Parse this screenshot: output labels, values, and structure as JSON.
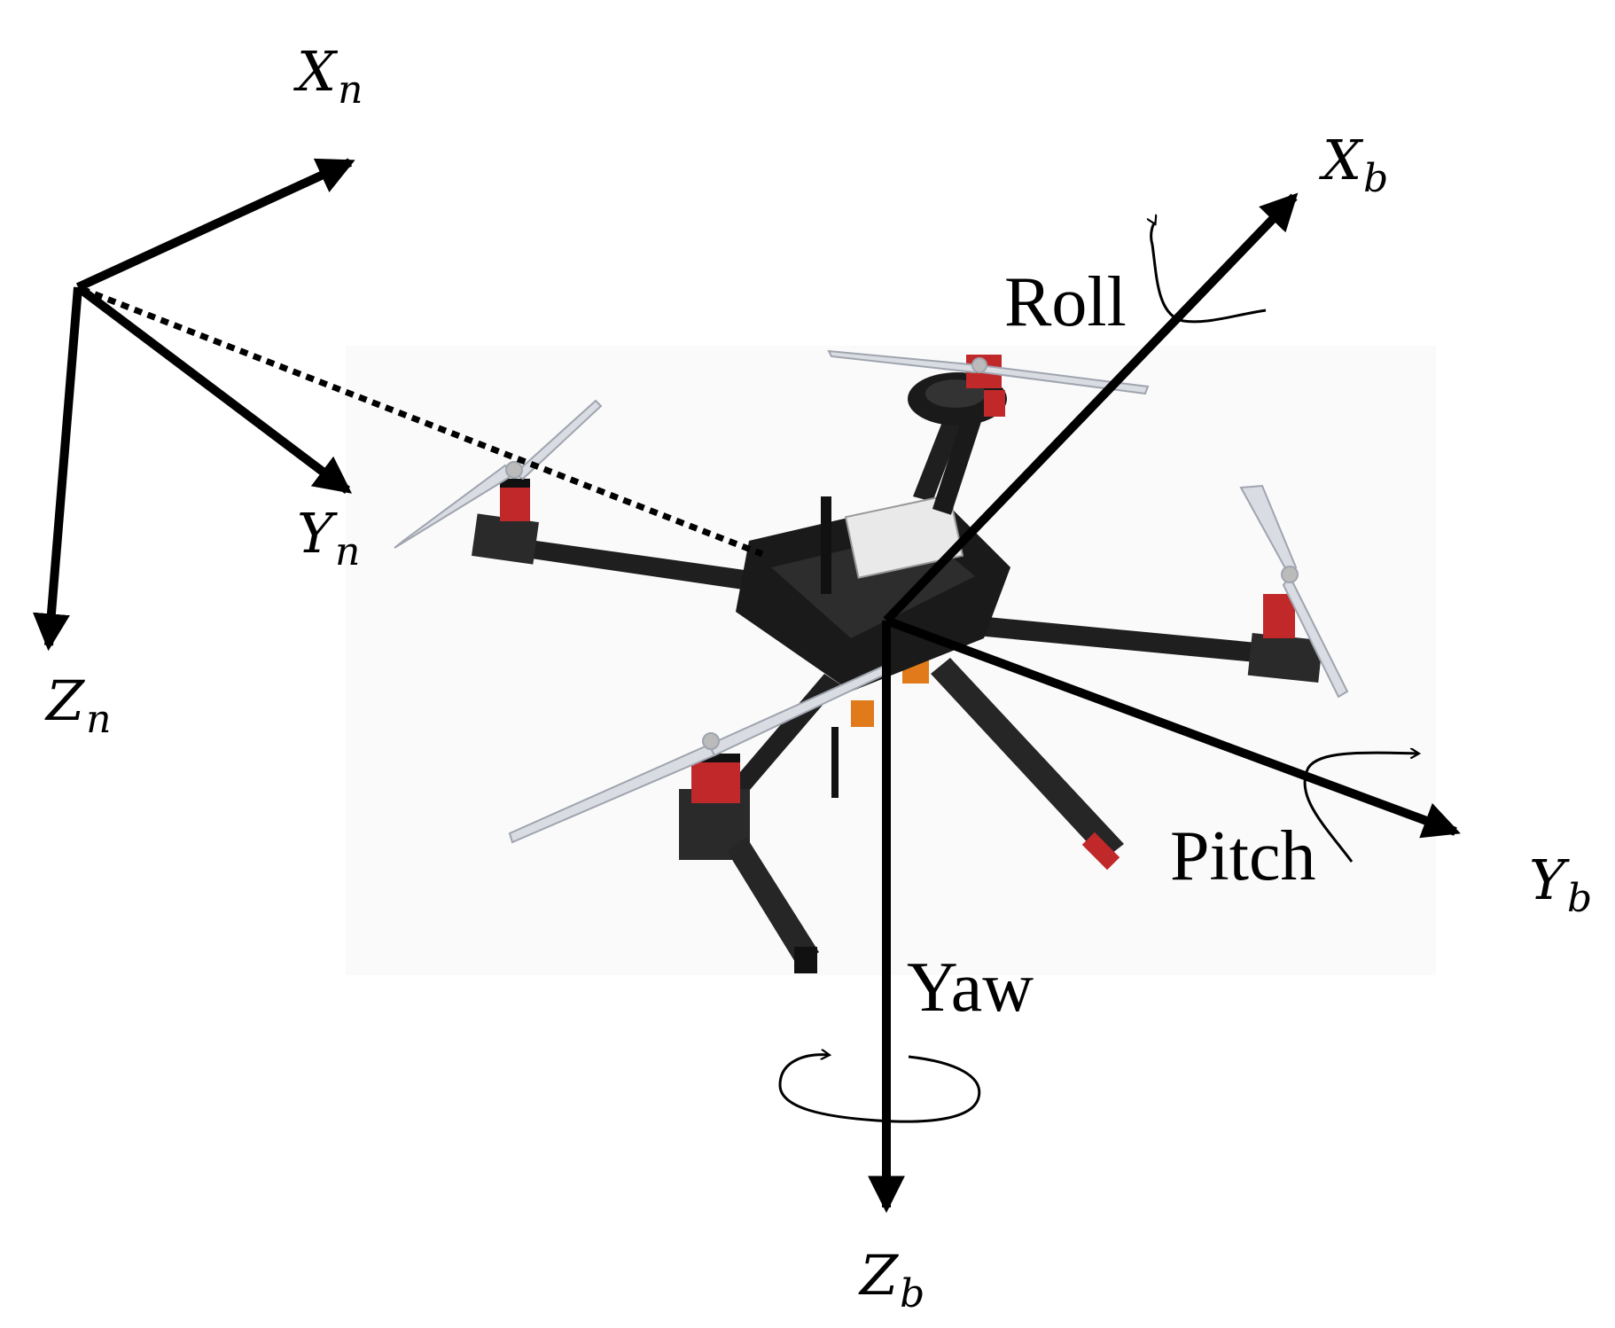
{
  "figure": {
    "navigation_frame": {
      "x_axis": {
        "symbol": "X",
        "subscript": "n"
      },
      "y_axis": {
        "symbol": "Y",
        "subscript": "n"
      },
      "z_axis": {
        "symbol": "Z",
        "subscript": "n"
      }
    },
    "body_frame": {
      "x_axis": {
        "symbol": "X",
        "subscript": "b"
      },
      "y_axis": {
        "symbol": "Y",
        "subscript": "b"
      },
      "z_axis": {
        "symbol": "Z",
        "subscript": "b"
      }
    },
    "rotations": {
      "roll": "Roll",
      "pitch": "Pitch",
      "yaw": "Yaw"
    },
    "colors": {
      "axes": "#000000",
      "frame_carbon": "#1f1f1f",
      "propeller": "#d9dce3",
      "motor_accent": "#c0282a",
      "landing_accent": "#e07a1a"
    }
  }
}
